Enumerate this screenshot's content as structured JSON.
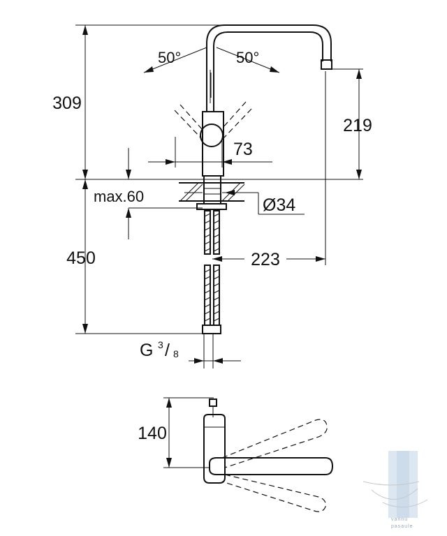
{
  "dimensions": {
    "height_total": "309",
    "height_outlet": "219",
    "angle_left": "50°",
    "angle_right": "50°",
    "spout_reach": "223",
    "body_diameter": "73",
    "hole_diameter": "Ø34",
    "deck_thickness": "max.60",
    "hose_length": "450",
    "thread_prefix": "G",
    "thread_num": "3",
    "thread_den": "8",
    "lever_depth": "140"
  },
  "watermark": {
    "line1": "vannu",
    "line2": "pasaule"
  }
}
